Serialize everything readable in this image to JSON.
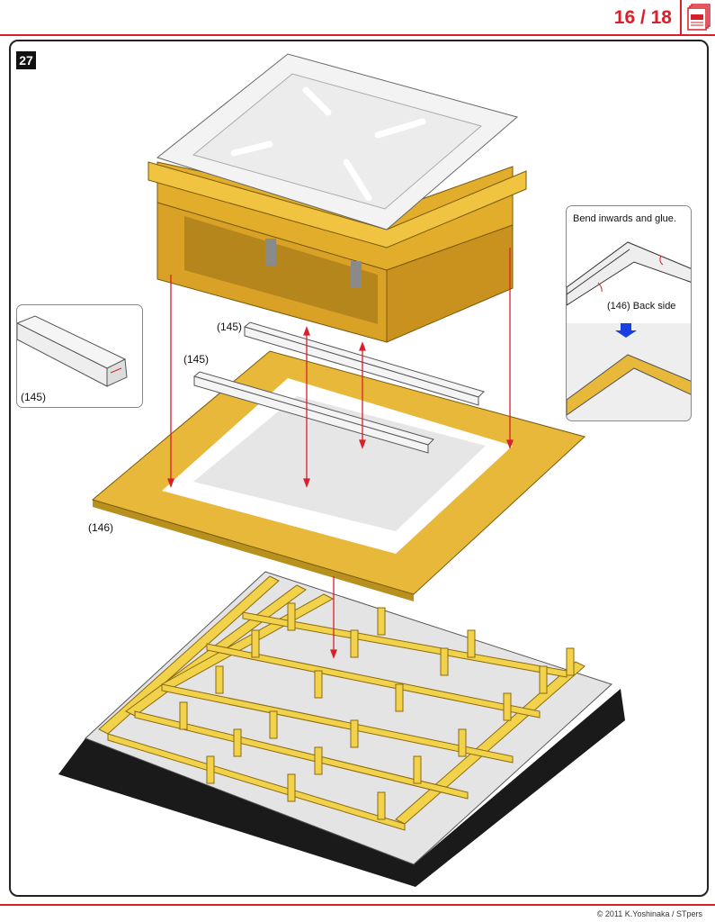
{
  "header": {
    "page_indicator": "16 / 18",
    "menu_icon": "pages-menu-icon"
  },
  "step": {
    "number": "27"
  },
  "labels": {
    "part_145_a": "(145)",
    "part_145_b": "(145)",
    "part_146": "(146)"
  },
  "callout_left": {
    "label": "(145)"
  },
  "callout_right": {
    "instruction": "Bend inwards and glue.",
    "part_label": "(146)  Back side"
  },
  "footer": {
    "copyright": "© 2011 K.Yoshinaka / STpers"
  },
  "colors": {
    "accent": "#d9202a",
    "wood": "#e8b83a",
    "arrow": "#1a3fe0"
  }
}
